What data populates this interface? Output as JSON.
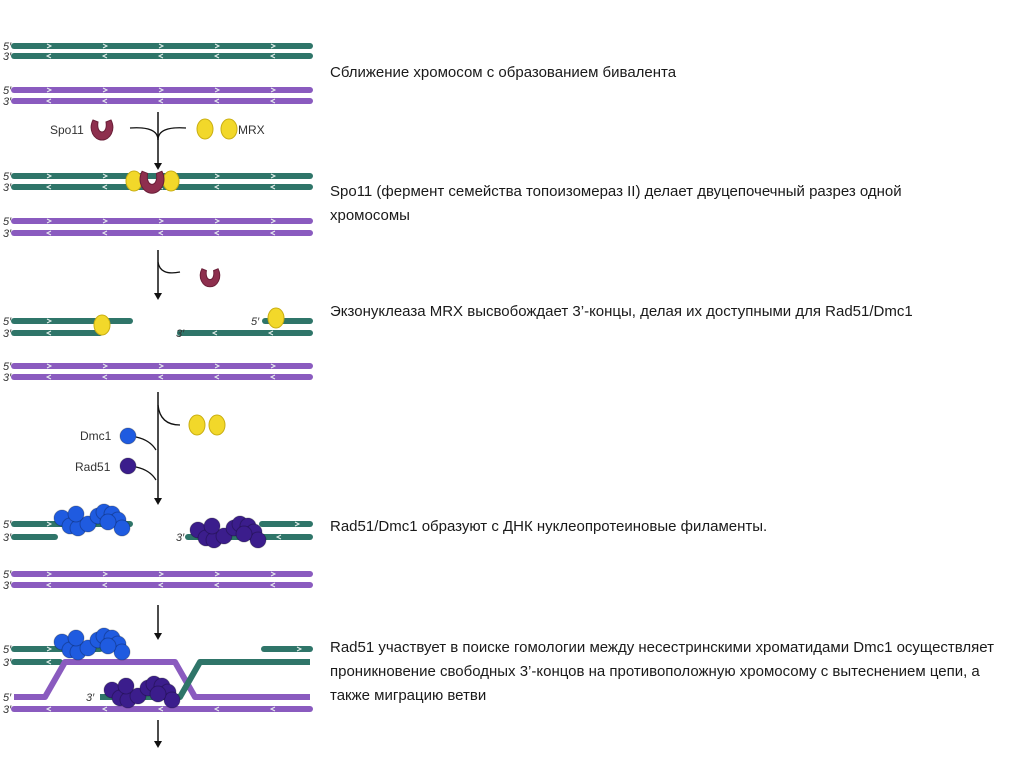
{
  "diagram": {
    "prime5": "5′",
    "prime3": "3′",
    "proteins": {
      "spo11": "Spo11",
      "mrx": "MRX",
      "dmc1": "Dmc1",
      "rad51": "Rad51"
    },
    "colors": {
      "chromosome_a": "#2f7569",
      "chromosome_b": "#8a5bbf",
      "spo11": "#8e2f4e",
      "mrx": "#f2d82a",
      "dmc1": "#1f5be0",
      "rad51": "#3b1d8c"
    }
  },
  "steps": [
    {
      "text": "Сближение хромосом с образованием бивалента"
    },
    {
      "text": "Spo11 (фермент семейства топоизомераз II) делает двуцепочечный разрез одной хромосомы"
    },
    {
      "text": "Экзонуклеаза MRX высвобождает 3’-концы, делая их доступными для Rad51/Dmc1"
    },
    {
      "text": "Rad51/Dmc1 образуют с ДНК нуклеопротеиновые филаменты."
    },
    {
      "text": "Rad51 участвует в поиске гомологии между несестринскими хроматидами Dmc1 осуществляет проникновение свободных 3’-концов на противоположную хромосому с вытеснением  цепи, а также миграцию ветви"
    }
  ]
}
